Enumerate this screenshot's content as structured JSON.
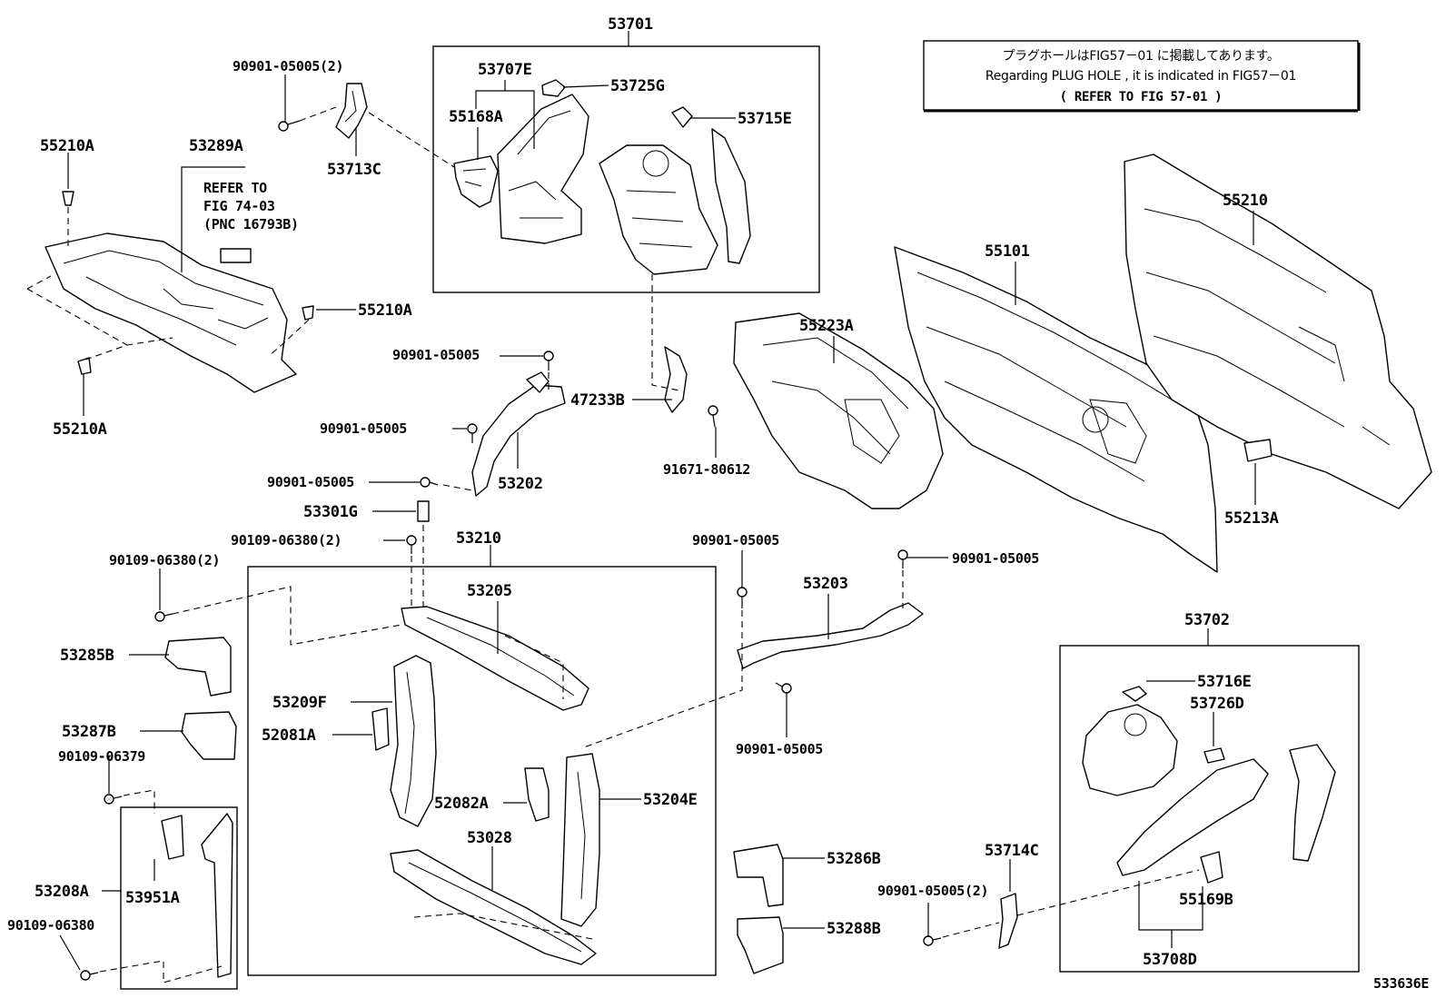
{
  "diagram_id": "533636E",
  "note": {
    "japanese": "プラグホールはFIG57－01 に掲載してあります。",
    "english": "Regarding  PLUG HOLE , it is indicated in FIG57－01",
    "refer": "(   REFER TO FIG 57-01  )"
  },
  "reference": {
    "line1": "REFER TO",
    "line2": "FIG 74-03",
    "line3": "(PNC 16793B)"
  },
  "labels": {
    "p53701": "53701",
    "p53707E": "53707E",
    "p53725G": "53725G",
    "p55168A": "55168A",
    "p53715E": "53715E",
    "p90901_05005_2_top": "90901-05005(2)",
    "p53713C": "53713C",
    "p55210A_top": "55210A",
    "p53289A": "53289A",
    "p55210A_mid": "55210A",
    "p55210A_bot": "55210A",
    "p90901_05005_a": "90901-05005",
    "p47233B": "47233B",
    "p90901_05005_b": "90901-05005",
    "p91671_80612": "91671-80612",
    "p90901_05005_c": "90901-05005",
    "p53202": "53202",
    "p53301G": "53301G",
    "p90109_06380_2_a": "90109-06380(2)",
    "p90109_06380_2_b": "90109-06380(2)",
    "p53210": "53210",
    "p53205": "53205",
    "p53285B": "53285B",
    "p53287B": "53287B",
    "p90109_06379": "90109-06379",
    "p53209F": "53209F",
    "p52081A": "52081A",
    "p52082A": "52082A",
    "p53204E": "53204E",
    "p53028": "53028",
    "p53208A": "53208A",
    "p53951A": "53951A",
    "p90109_06380": "90109-06380",
    "p55223A": "55223A",
    "p55101": "55101",
    "p55210": "55210",
    "p55213A": "55213A",
    "p90901_05005_d": "90901-05005",
    "p90901_05005_e": "90901-05005",
    "p53203": "53203",
    "p90901_05005_f": "90901-05005",
    "p53702": "53702",
    "p53716E": "53716E",
    "p53726D": "53726D",
    "p53286B": "53286B",
    "p53714C": "53714C",
    "p90901_05005_2_bot": "90901-05005(2)",
    "p53288B": "53288B",
    "p55169B": "55169B",
    "p53708D": "53708D"
  }
}
